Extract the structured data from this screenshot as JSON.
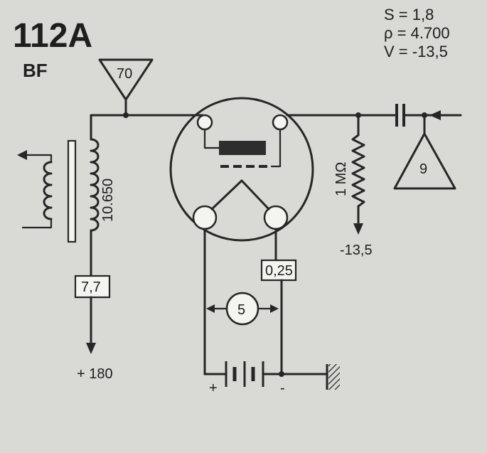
{
  "tube": {
    "model": "112A",
    "type": "BF"
  },
  "params": [
    "S = 1,8",
    "ρ = 4.700",
    "V = -13,5"
  ],
  "input": {
    "value": "70"
  },
  "transformer": {
    "ratio": "10.650"
  },
  "plate_supply": {
    "current": "7,7",
    "voltage": "+ 180"
  },
  "grid_resistor": {
    "value": "1 MΩ",
    "bias": "-13,5"
  },
  "output": {
    "value": "9"
  },
  "filament": {
    "current": "0,25",
    "voltage": "5"
  },
  "battery": {
    "plus": "+",
    "minus": "-"
  },
  "colors": {
    "ink": "#262626",
    "paper": "#d9d9d6",
    "box": "#f4f4f0"
  }
}
